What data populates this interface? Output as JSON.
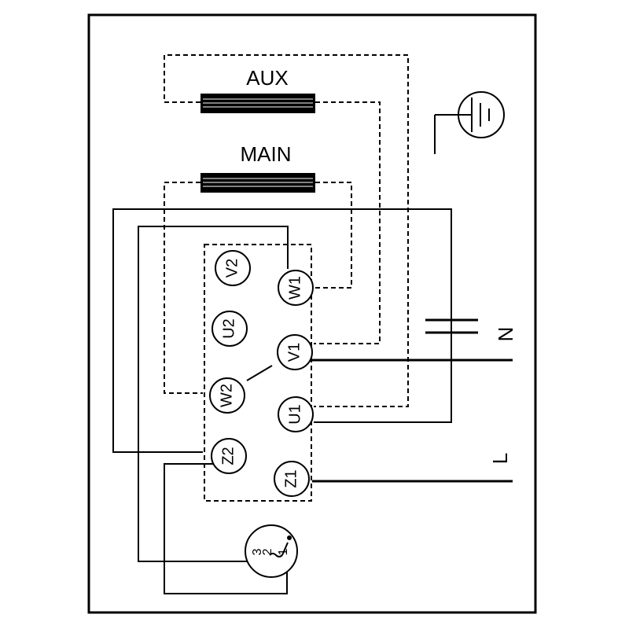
{
  "diagram": {
    "coils": {
      "aux": "AUX",
      "main": "MAIN"
    },
    "lines": {
      "neutral": "N",
      "live": "L"
    },
    "terminals": {
      "v2": "V2",
      "w1": "W1",
      "u2": "U2",
      "v1": "V1",
      "w2": "W2",
      "u1": "U1",
      "z2": "Z2",
      "z1": "Z1"
    },
    "thermal_switch": {
      "t1": "1",
      "t2": "2",
      "t3": "3"
    }
  }
}
